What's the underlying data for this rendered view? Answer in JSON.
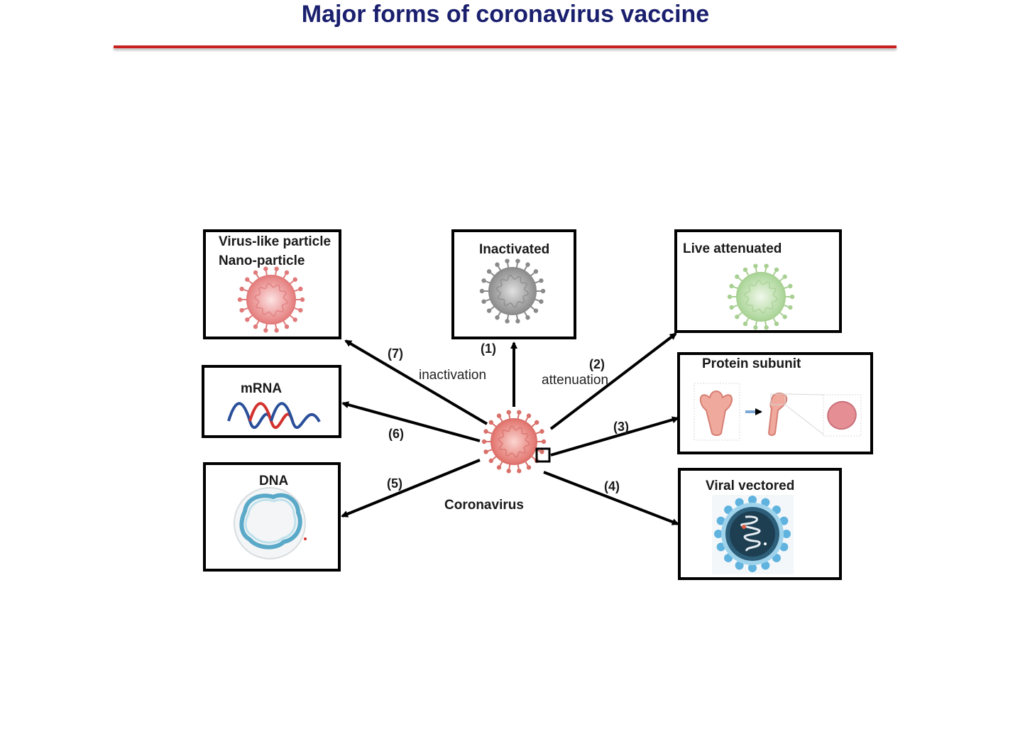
{
  "title": "Major forms of coronavirus vaccine",
  "center_label": "Coronavirus",
  "boxes": {
    "vlp": {
      "line1": "Virus-like particle",
      "line2": "Nano-particle"
    },
    "inactivated": {
      "label": "Inactivated"
    },
    "live": {
      "label": "Live attenuated"
    },
    "mrna": {
      "label": "mRNA"
    },
    "protein": {
      "label": "Protein subunit"
    },
    "dna": {
      "label": "DNA"
    },
    "viral": {
      "label": "Viral vectored"
    }
  },
  "arrows": {
    "a1": "(1)",
    "a2": "(2)",
    "a3": "(3)",
    "a4": "(4)",
    "a5": "(5)",
    "a6": "(6)",
    "a7": "(7)"
  },
  "notes": {
    "inactivation": "inactivation",
    "attenuation": "attenuation"
  },
  "colors": {
    "title": "#1a1f6e",
    "rule": "#c8201e",
    "virus_red": "#e88a8a",
    "virus_grey": "#9a9a9a",
    "virus_green": "#b9dba6"
  },
  "icons": [
    "virus-icon",
    "mrna-strand-icon",
    "dna-plasmid-icon",
    "spike-protein-icon",
    "viral-vector-icon"
  ]
}
